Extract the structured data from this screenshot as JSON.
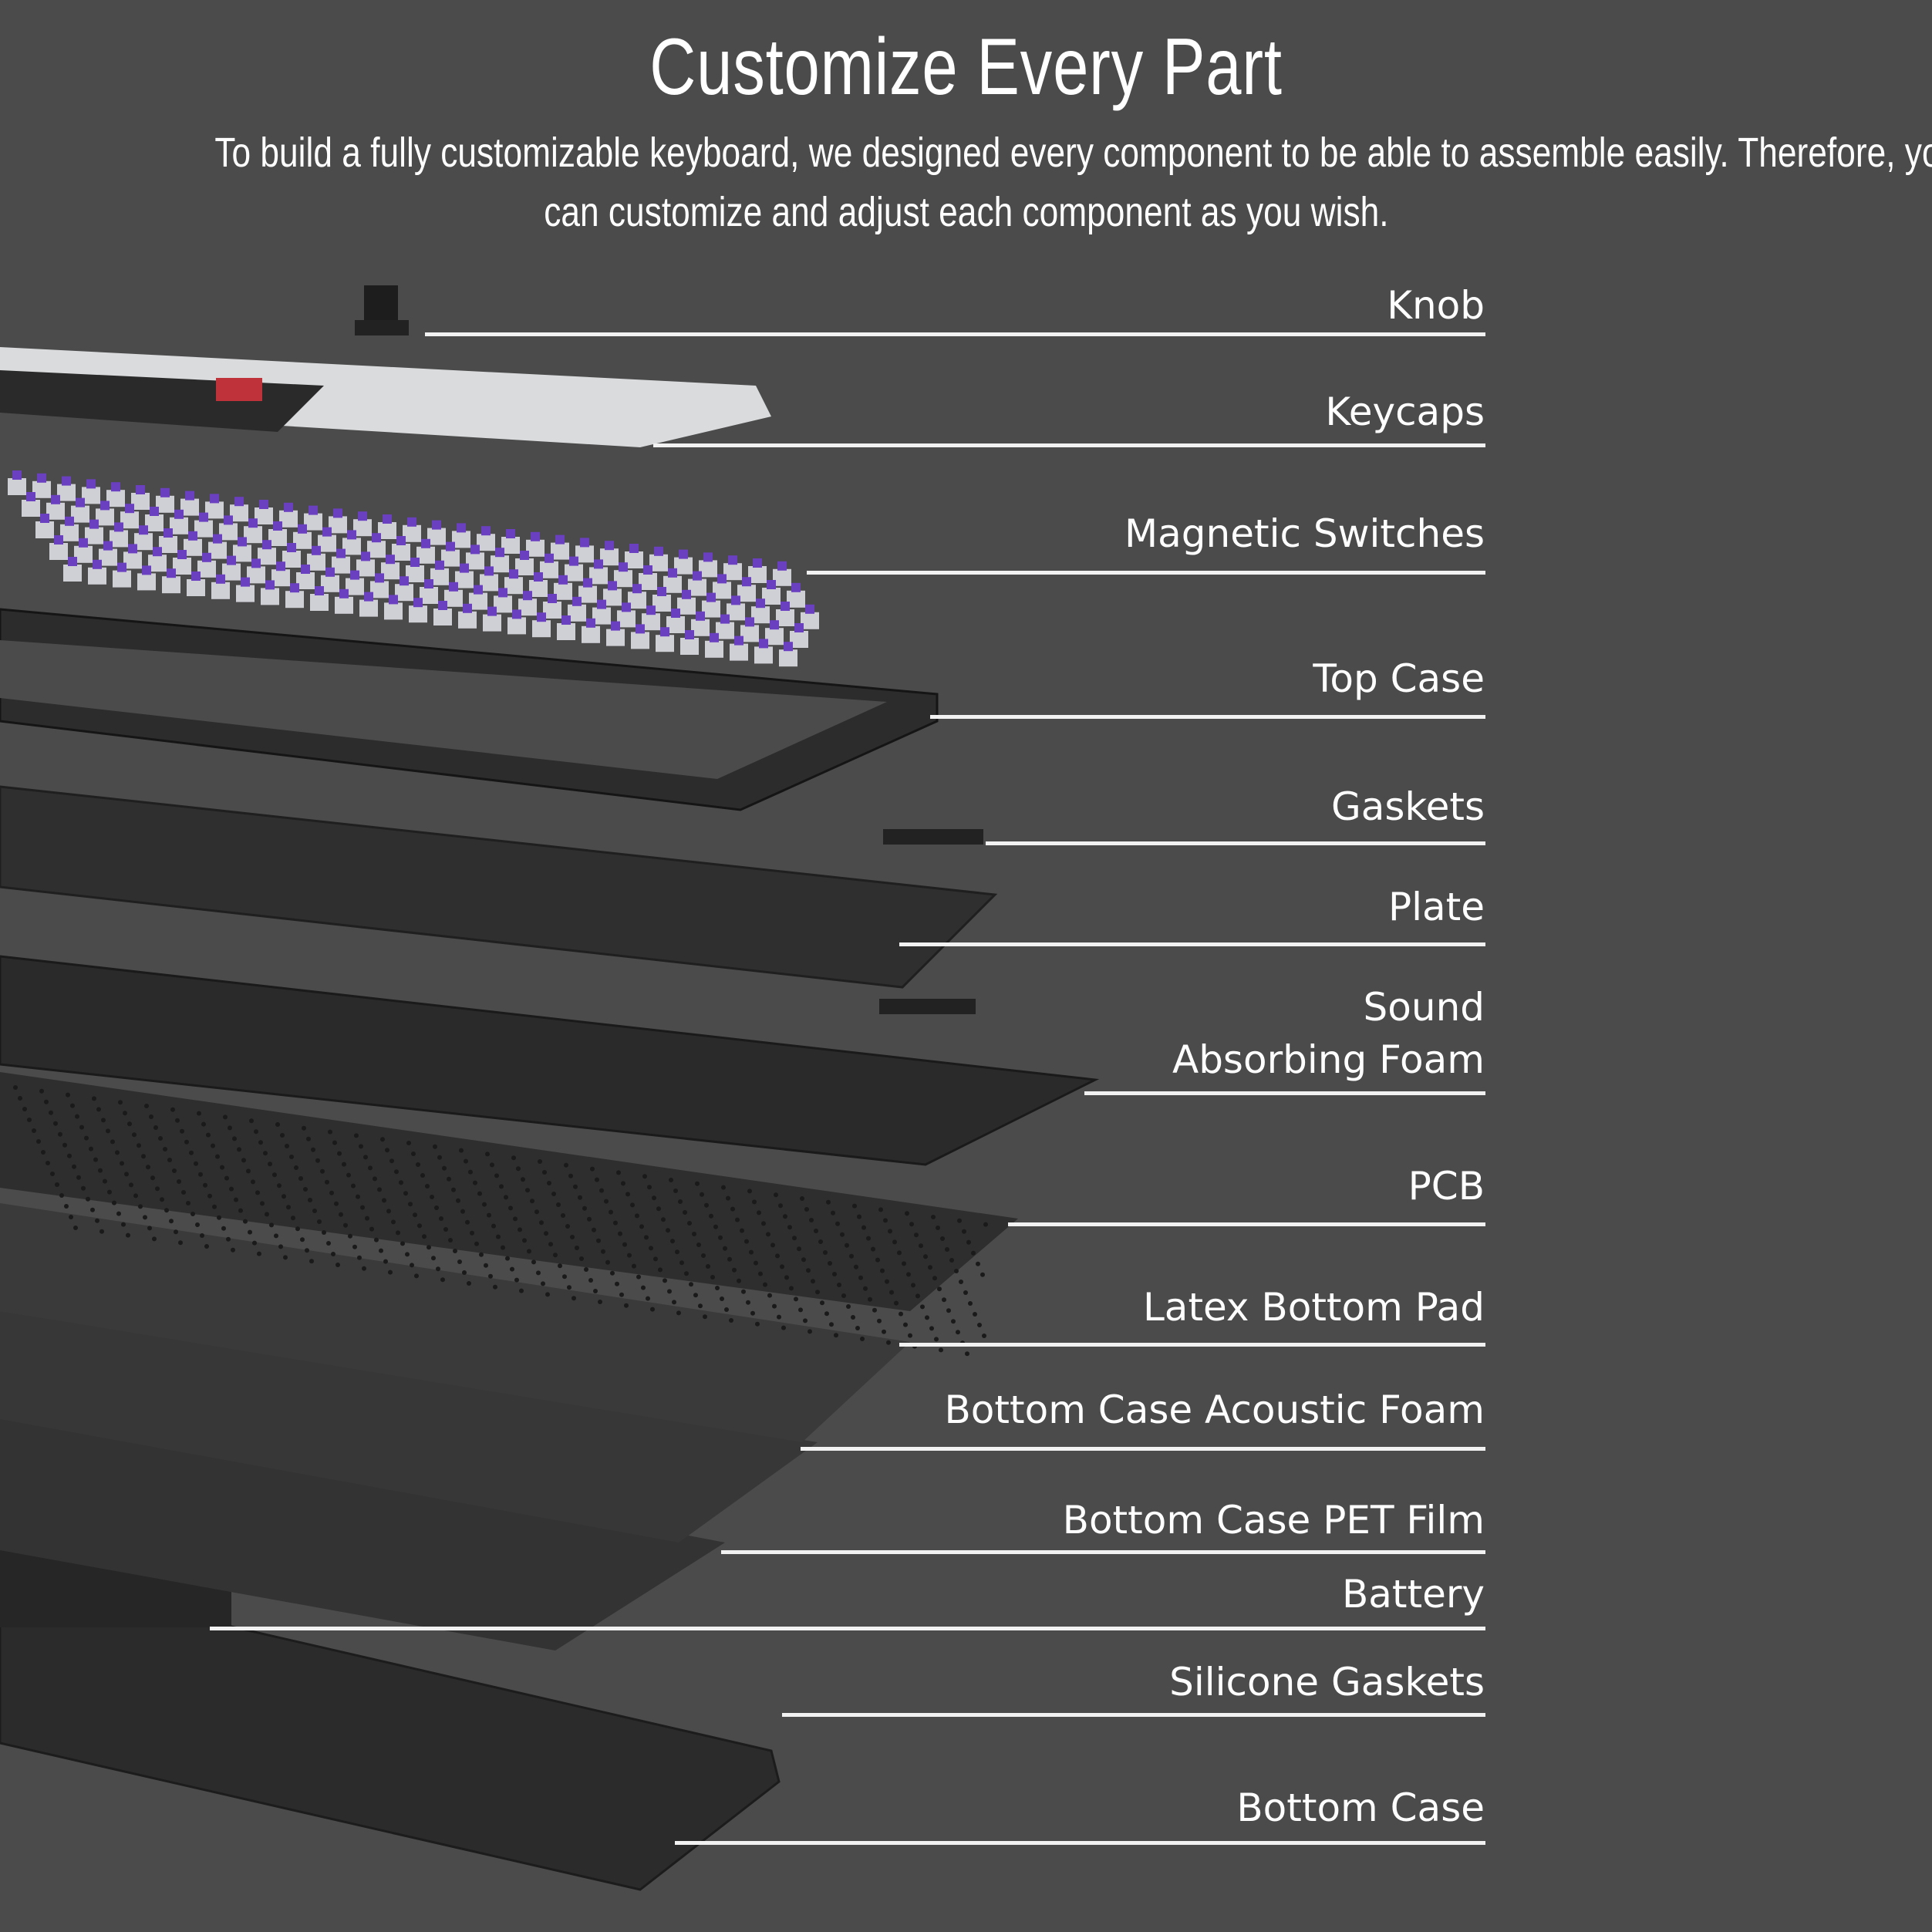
{
  "header": {
    "title": "Customize Every Part",
    "subtitle_line1": "To build a fully customizable keyboard, we designed every component to be able to assemble easily. Therefore, you",
    "subtitle_line2": "can customize and adjust each component as you wish."
  },
  "parts": [
    {
      "label": "Knob"
    },
    {
      "label": "Keycaps"
    },
    {
      "label": "Magnetic Switches"
    },
    {
      "label": "Top Case"
    },
    {
      "label": "Gaskets"
    },
    {
      "label": "Plate"
    },
    {
      "label": "Sound\nAbsorbing Foam"
    },
    {
      "label": "PCB"
    },
    {
      "label": "Latex Bottom Pad"
    },
    {
      "label": "Bottom Case Acoustic Foam"
    },
    {
      "label": "Bottom Case PET Film"
    },
    {
      "label": "Battery"
    },
    {
      "label": "Silicone Gaskets"
    },
    {
      "label": "Bottom Case"
    }
  ],
  "colors": {
    "background": "#4b4b4b",
    "text": "#ffffff",
    "switch_accent": "#6a3fc0",
    "keycap_light": "#d9dbdc",
    "keycap_dark": "#2a2a2a",
    "keycap_red": "#c0323a"
  }
}
